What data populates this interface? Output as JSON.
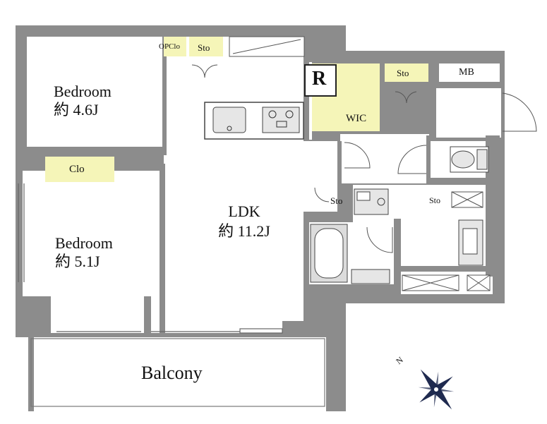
{
  "rooms": {
    "bedroom1": {
      "name": "Bedroom",
      "size": "約 4.6J"
    },
    "bedroom2": {
      "name": "Bedroom",
      "size": "約 5.1J"
    },
    "ldk": {
      "name": "LDK",
      "size": "約 11.2J"
    },
    "balcony": {
      "name": "Balcony"
    }
  },
  "storage": {
    "opclo": "OPClo",
    "sto_top": "Sto",
    "sto_wic": "Sto",
    "sto_mid": "Sto",
    "sto_right": "Sto",
    "clo": "Clo",
    "wic": "WIC",
    "mb": "MB",
    "r_mark": "R"
  },
  "compass": {
    "label": "N"
  },
  "colors": {
    "wall": "#8c8c8c",
    "storage_fill": "#f5f5b8",
    "floor": "#ffffff",
    "compass": "#1f2a4f"
  }
}
